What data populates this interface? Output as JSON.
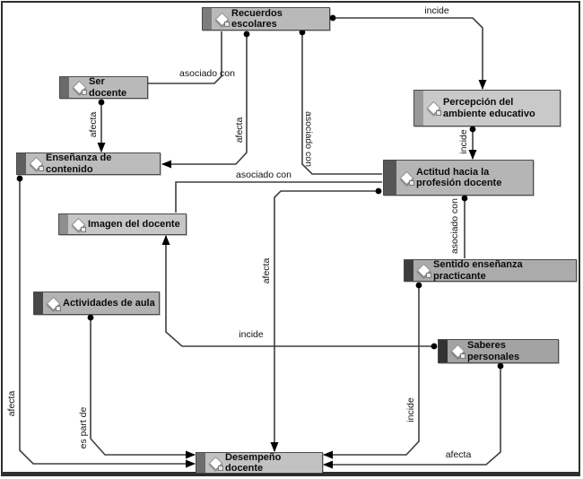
{
  "diagram": {
    "type": "concept-network",
    "background_color": "#ffffff",
    "frame_color": "#2f2f2f",
    "line_color": "#3f3f3f",
    "node_icon": "code-diamond-icon"
  },
  "nodes": [
    {
      "label": "Recuerdos escolares",
      "fill": "#b9b9b9",
      "strip": "#7d7d7d"
    },
    {
      "label": "Ser docente",
      "fill": "#b9b9b9",
      "strip": "#6b6b6b"
    },
    {
      "label": "Percepción del ambiente educativo",
      "fill": "#c9c9c9",
      "strip": "#999999"
    },
    {
      "label": "Enseñanza de contenido",
      "fill": "#bcbcbc",
      "strip": "#5e5e5e"
    },
    {
      "label": "Actitud hacia la profesión docente",
      "fill": "#b5b5b5",
      "strip": "#565656"
    },
    {
      "label": "Imagen del docente",
      "fill": "#c6c6c6",
      "strip": "#8e8e8e"
    },
    {
      "label": "Sentido enseñanza practicante",
      "fill": "#ababab",
      "strip": "#3d3d3d"
    },
    {
      "label": "Actividades de aula",
      "fill": "#b2b2b2",
      "strip": "#474747"
    },
    {
      "label": "Saberes personales",
      "fill": "#a3a3a3",
      "strip": "#333333"
    },
    {
      "label": "Desempeño docente",
      "fill": "#c2c2c2",
      "strip": "#6e6e6e"
    }
  ],
  "edges": [
    {
      "label": "incide",
      "from": "Recuerdos escolares",
      "to": "Percepción del ambiente educativo"
    },
    {
      "label": "asociado con",
      "from": "Ser docente",
      "to": "Recuerdos escolares"
    },
    {
      "label": "afecta",
      "from": "Ser docente",
      "to": "Enseñanza de contenido"
    },
    {
      "label": "afecta",
      "from": "Recuerdos escolares",
      "to": "Enseñanza de contenido"
    },
    {
      "label": "asociado con",
      "from": "Recuerdos escolares",
      "to": "Actitud hacia la profesión docente"
    },
    {
      "label": "asociado con",
      "from": "Imagen del docente",
      "to": "Actitud hacia la profesión docente"
    },
    {
      "label": "afecta",
      "from": "Actitud hacia la profesión docente",
      "to": "Desempeño docente"
    },
    {
      "label": "incide",
      "from": "Percepción del ambiente educativo",
      "to": "Actitud hacia la profesión docente"
    },
    {
      "label": "asociado con",
      "from": "Actitud hacia la profesión docente",
      "to": "Sentido enseñanza practicante"
    },
    {
      "label": "incide",
      "from": "Saberes personales",
      "to": "Imagen del docente"
    },
    {
      "label": "es part de",
      "from": "Actividades de aula",
      "to": "Desempeño docente"
    },
    {
      "label": "afecta",
      "from": "Enseñanza de contenido",
      "to": "Desempeño docente"
    },
    {
      "label": "incide",
      "from": "Sentido enseñanza practicante",
      "to": "Desempeño docente"
    },
    {
      "label": "afecta",
      "from": "Saberes personales",
      "to": "Desempeño docente"
    }
  ]
}
